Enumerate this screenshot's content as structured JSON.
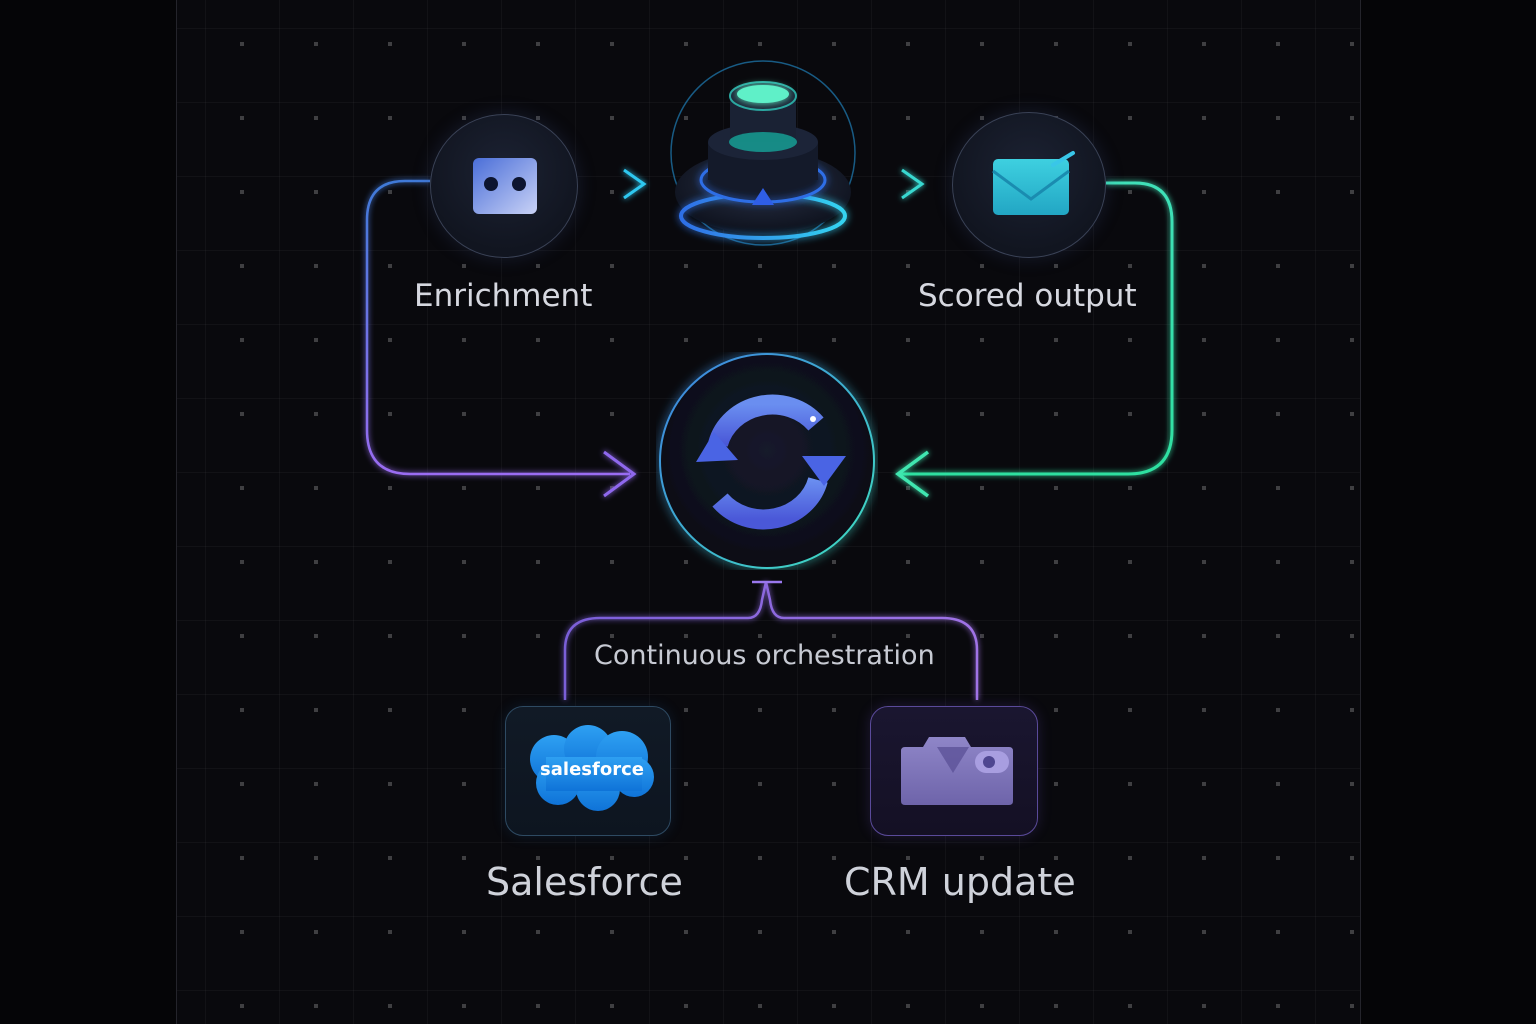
{
  "nodes": {
    "enrichment": {
      "label": "Enrichment",
      "icon": "robot-face-icon"
    },
    "model": {
      "icon": "stacked-platform-icon"
    },
    "scored_output": {
      "label": "Scored output",
      "icon": "folder-check-icon"
    },
    "orchestrator": {
      "icon": "sync-arrows-icon"
    },
    "salesforce": {
      "label": "Salesforce",
      "logo_text": "salesforce",
      "icon": "salesforce-cloud-logo"
    },
    "crm_update": {
      "label": "CRM update",
      "icon": "folder-toggle-icon"
    }
  },
  "orchestration_label": "Continuous orchestration",
  "colors": {
    "background": "#050507",
    "purple_flow": "#8a6cf0",
    "green_flow": "#38e0b0",
    "cyan_flow": "#2fb8e8",
    "sync_blue": "#5a6ae8"
  }
}
